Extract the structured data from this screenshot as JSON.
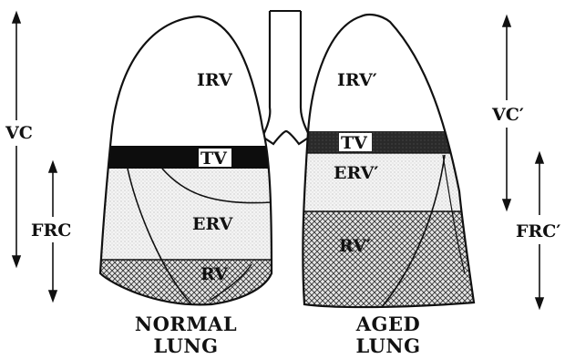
{
  "normal_lung": {
    "compartments": {
      "irv": "IRV",
      "tv": "TV",
      "erv": "ERV",
      "rv": "RV"
    },
    "caption_line1": "NORMAL",
    "caption_line2": "LUNG",
    "measures": {
      "vc": "VC",
      "frc": "FRC"
    }
  },
  "aged_lung": {
    "compartments": {
      "irv": "IRV′",
      "tv": "TV",
      "erv": "ERV′",
      "rv": "RV′"
    },
    "caption_line1": "AGED",
    "caption_line2": "LUNG",
    "measures": {
      "vc": "VC′",
      "frc": "FRC′"
    }
  },
  "colors": {
    "ink": "#111111",
    "tv_band": "#0d0d0d",
    "aged_tv_band": "#2a2a2a",
    "erv_stipple": "#e9e9e9",
    "rv_crosshatch": "#bdbdbd"
  }
}
